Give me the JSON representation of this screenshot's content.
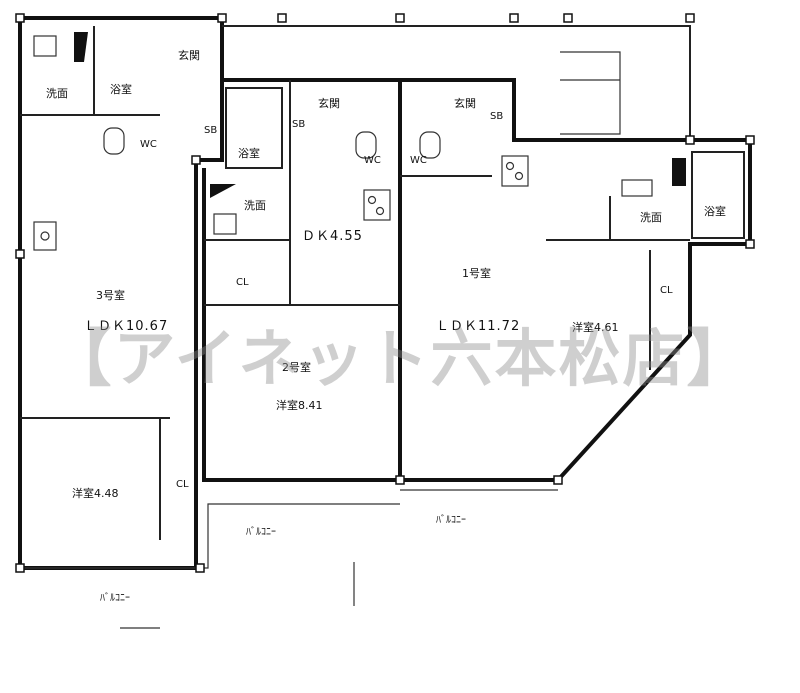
{
  "units": {
    "unit3": {
      "number": "3号室",
      "ldk": "ＬＤＫ10.67",
      "western": "洋室4.48",
      "washroom": "洗面",
      "bathroom": "浴室",
      "entrance": "玄関",
      "toilet": "WC",
      "shoebox": "SB",
      "closet": "CL"
    },
    "unit2": {
      "number": "2号室",
      "dk": "ＤＫ4.55",
      "western": "洋室8.41",
      "washroom": "洗面",
      "bathroom": "浴室",
      "entrance": "玄関",
      "toilet": "WC",
      "shoebox": "SB",
      "closet": "CL"
    },
    "unit1": {
      "number": "1号室",
      "ldk": "ＬＤＫ11.72",
      "western": "洋室4.61",
      "washroom": "洗面",
      "bathroom": "浴室",
      "entrance": "玄関",
      "toilet": "WC",
      "shoebox": "SB",
      "closet": "CL"
    }
  },
  "balcony_labels": [
    "ﾊﾞﾙｺﾆｰ",
    "ﾊﾞﾙｺﾆｰ",
    "ﾊﾞﾙｺﾆｰ"
  ],
  "watermark": "【アイネット六本松店】"
}
